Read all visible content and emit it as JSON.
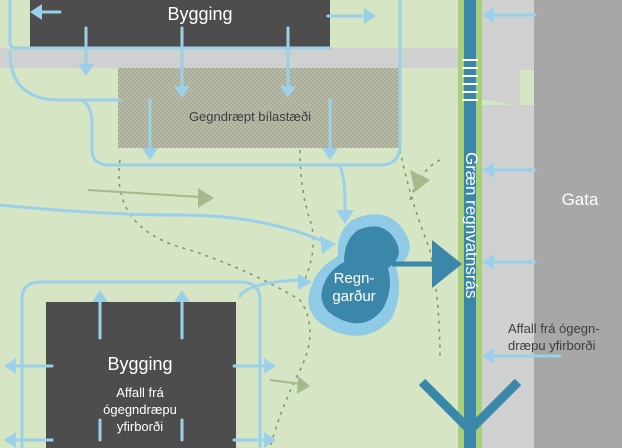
{
  "labels": {
    "building_top": "Bygging",
    "parking": "Gegndræpt bílastæði",
    "street": "Gata",
    "channel": "Græn regnvatnsrás",
    "rain_garden_line1": "Regn-",
    "rain_garden_line2": "garður",
    "building_bottom": "Bygging",
    "building_bottom_runoff_1": "Affall frá",
    "building_bottom_runoff_2": "ógegndræpu",
    "building_bottom_runoff_3": "yfirborði",
    "street_runoff_1": "Affall frá ógegn-",
    "street_runoff_2": "dræpu yfirborði"
  },
  "colors": {
    "ground": "#d6e6c4",
    "pavement": "#cfd0d0",
    "street": "#a7a7a7",
    "building": "#4d4d4d",
    "flow_arrow": "#9bd0ea",
    "garden_outer": "#8fcbe7",
    "garden_inner": "#3b87aa",
    "channel": "#3b87aa",
    "channel_edge": "#a8d07c",
    "overland_arrow": "#a5b98b"
  }
}
